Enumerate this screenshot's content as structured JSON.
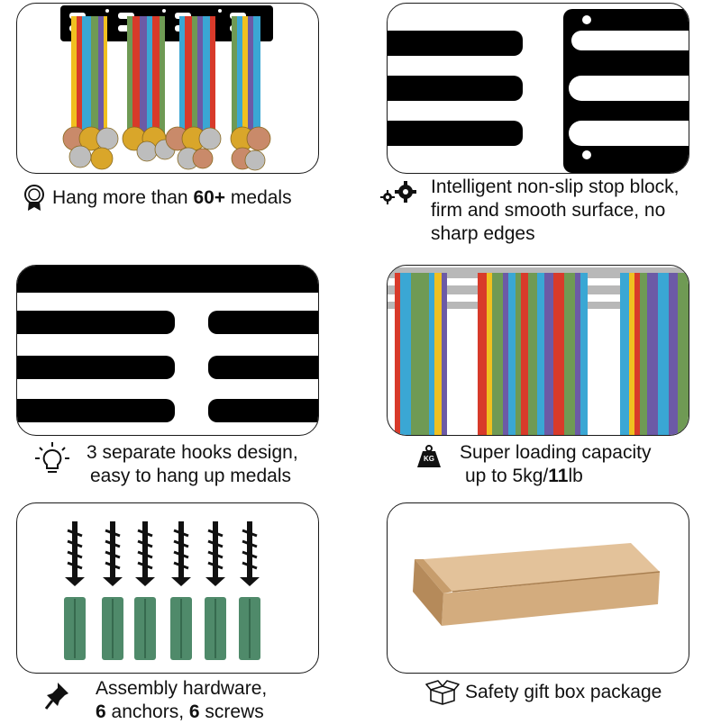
{
  "features": [
    {
      "id": "capacity",
      "icon": "medal-rosette-icon",
      "parts": [
        {
          "t": "Hang more than "
        },
        {
          "t": "60+",
          "b": true
        },
        {
          "t": " medals"
        }
      ]
    },
    {
      "id": "stop-block",
      "icon": "gears-icon",
      "lines": [
        "Intelligent non-slip stop block,",
        "firm and smooth surface, no",
        "sharp edges"
      ]
    },
    {
      "id": "hooks",
      "icon": "lightbulb-icon",
      "lines": [
        "3 separate hooks design,",
        "easy to hang up medals"
      ]
    },
    {
      "id": "loading",
      "icon": "kg-weight-icon",
      "icon_text": "KG",
      "line1": "Super loading capacity",
      "line2_parts": [
        {
          "t": "up to 5kg/"
        },
        {
          "t": "11",
          "b": true
        },
        {
          "t": "lb"
        }
      ]
    },
    {
      "id": "hardware",
      "icon": "pushpin-icon",
      "line1": "Assembly hardware,",
      "line2_parts": [
        {
          "t": "6",
          "b": true
        },
        {
          "t": " anchors, "
        },
        {
          "t": "6",
          "b": true
        },
        {
          "t": " screws"
        }
      ]
    },
    {
      "id": "package",
      "icon": "open-box-icon",
      "text": "Safety gift box package"
    }
  ],
  "colors": {
    "black": "#000000",
    "ribbon_red": "#d83a2a",
    "ribbon_green": "#6f9a54",
    "ribbon_blue": "#3aa7d4",
    "ribbon_purple": "#6c5aa6",
    "ribbon_yellow": "#f0c020",
    "gold": "#d9a62a",
    "silver": "#bdbdbd",
    "bronze": "#c98a6a",
    "anchor_green": "#4f8a6a",
    "cardboard": "#d3ac7e"
  }
}
